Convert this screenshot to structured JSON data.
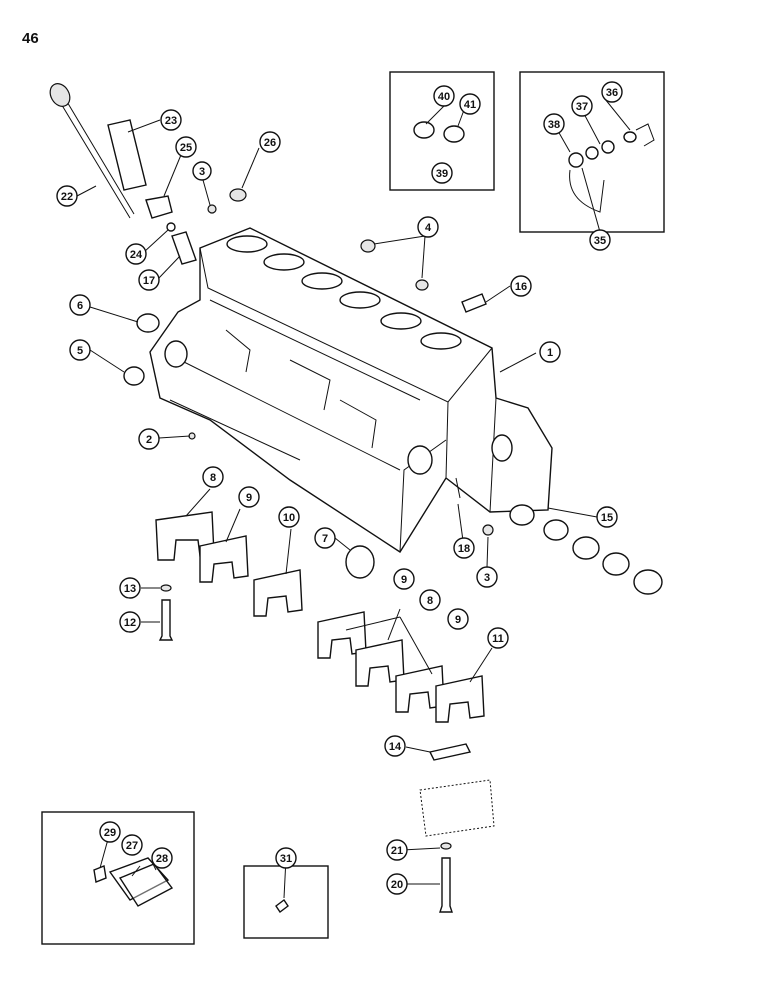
{
  "page_number": "46",
  "callouts": [
    "1",
    "2",
    "3",
    "4",
    "5",
    "6",
    "7",
    "8",
    "9",
    "10",
    "11",
    "12",
    "13",
    "14",
    "15",
    "16",
    "17",
    "18",
    "20",
    "21",
    "22",
    "23",
    "24",
    "25",
    "26",
    "27",
    "28",
    "29",
    "31",
    "35",
    "36",
    "37",
    "38",
    "39",
    "40",
    "41"
  ]
}
